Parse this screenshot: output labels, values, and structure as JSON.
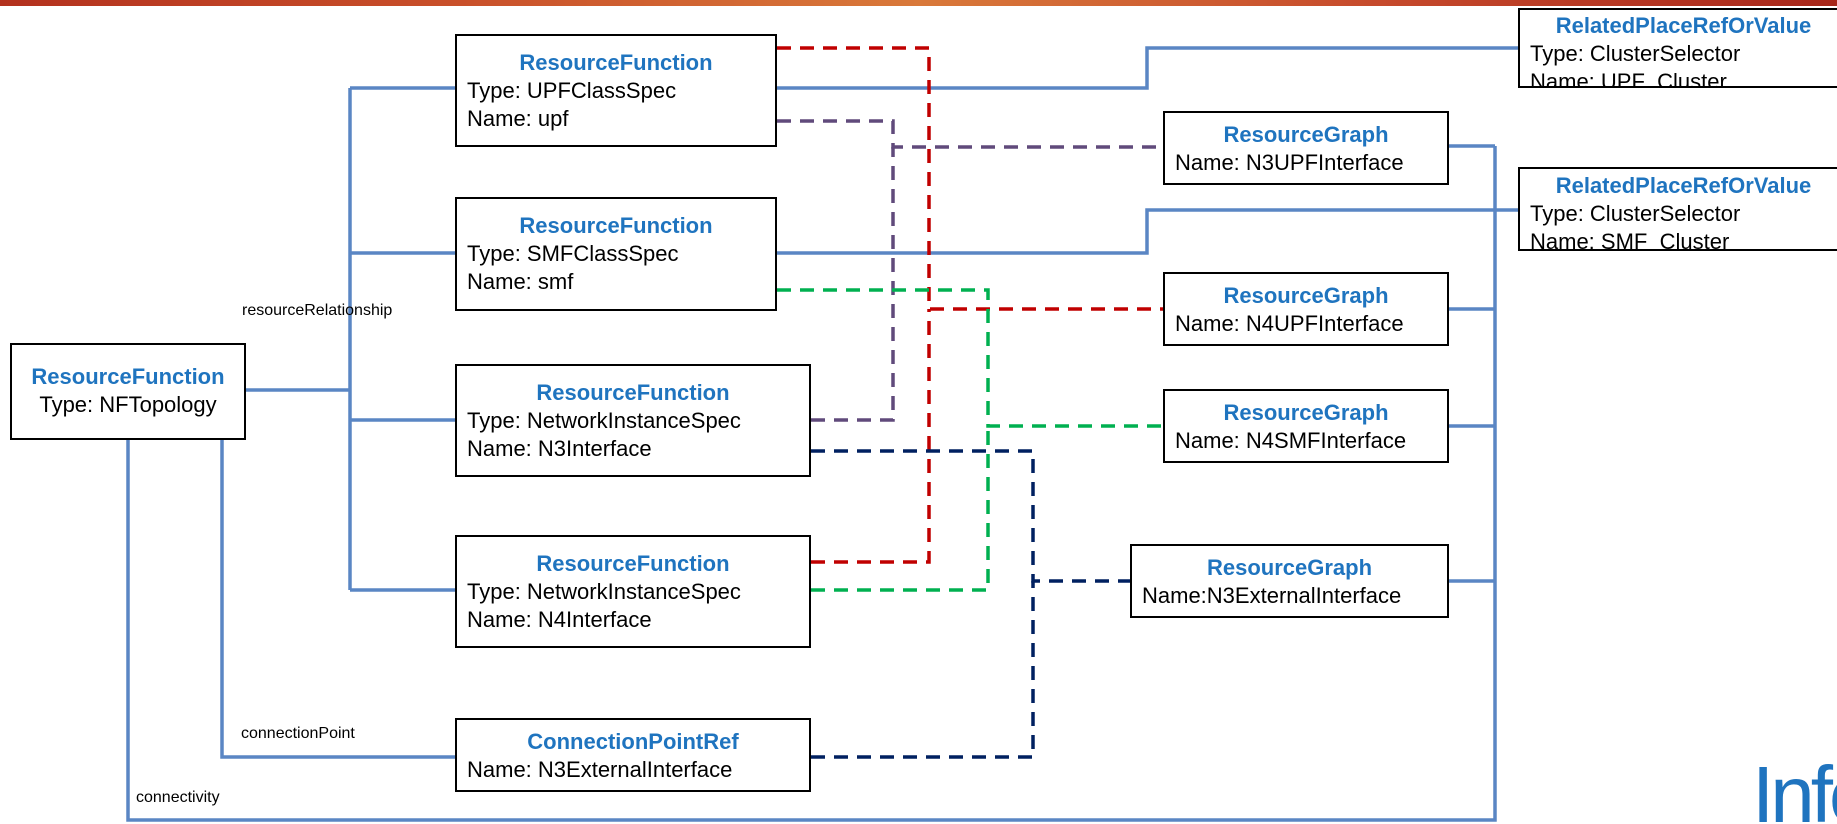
{
  "colors": {
    "solid_line": "#5a86c4",
    "dash_red": "#c00000",
    "dash_purple": "#604a7b",
    "dash_green": "#00b050",
    "dash_navy": "#002060",
    "title_blue": "#1f74bf"
  },
  "root": {
    "title": "ResourceFunction",
    "line1": "Type: NFTopology"
  },
  "functions": [
    {
      "title": "ResourceFunction",
      "line1": "Type: UPFClassSpec",
      "line2": "Name: upf"
    },
    {
      "title": "ResourceFunction",
      "line1": "Type: SMFClassSpec",
      "line2": "Name: smf"
    },
    {
      "title": "ResourceFunction",
      "line1": "Type: NetworkInstanceSpec",
      "line2": "Name: N3Interface"
    },
    {
      "title": "ResourceFunction",
      "line1": "Type: NetworkInstanceSpec",
      "line2": "Name: N4Interface"
    }
  ],
  "connection_point": {
    "title": "ConnectionPointRef",
    "line1": "Name: N3ExternalInterface"
  },
  "graphs": [
    {
      "title": "ResourceGraph",
      "line1": "Name: N3UPFInterface"
    },
    {
      "title": "ResourceGraph",
      "line1": "Name: N4UPFInterface"
    },
    {
      "title": "ResourceGraph",
      "line1": "Name: N4SMFInterface"
    },
    {
      "title": "ResourceGraph",
      "line1": "Name:N3ExternalInterface"
    }
  ],
  "places": [
    {
      "title": "RelatedPlaceRefOrValue",
      "line1": "Type: ClusterSelector",
      "line2": "Name: UPF_Cluster"
    },
    {
      "title": "RelatedPlaceRefOrValue",
      "line1": "Type: ClusterSelector",
      "line2": "Name: SMF_Cluster"
    }
  ],
  "labels": {
    "resource_relationship": "resourceRelationship",
    "connection_point": "connectionPoint",
    "connectivity": "connectivity"
  },
  "logo": {
    "text": "Infosys"
  }
}
